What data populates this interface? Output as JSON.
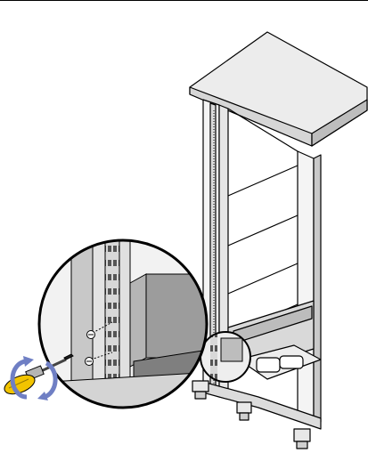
{
  "figure": {
    "subject": "rack-cabinet-rail-screw-installation",
    "icons": [
      "rack-cabinet",
      "magnified-rail-detail",
      "screwdriver-icon",
      "screw-icon",
      "rotation-arrow-icon"
    ],
    "colors": {
      "line": "#000000",
      "panel_light": "#e9e9e9",
      "panel_mid": "#cfcfcf",
      "panel_dark": "#9a9a9a",
      "screwdriver_handle": "#f2c400",
      "rotation_arrow": "#6f7fc4"
    }
  }
}
